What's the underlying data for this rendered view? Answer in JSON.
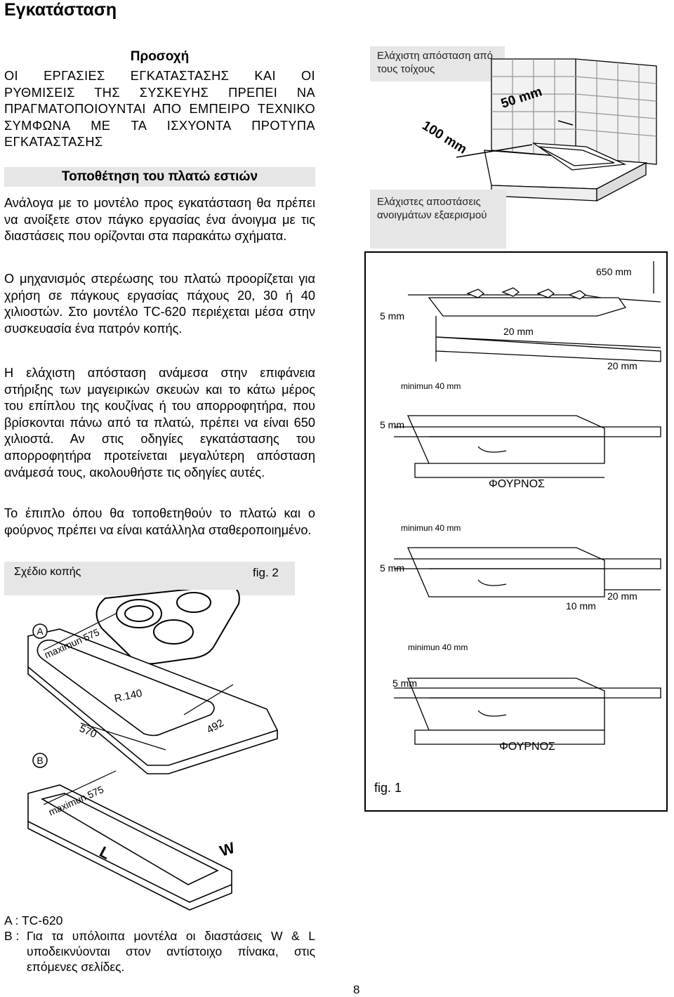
{
  "title": "Εγκατάσταση",
  "warning": {
    "heading": "Προσοχή",
    "text": "ΟΙ ΕΡΓΑΣΙΕΣ ΕΓΚΑΤΑΣΤΑΣΗΣ ΚΑΙ ΟΙ ΡΥΘΜΙΣΕΙΣ ΤΗΣ ΣΥΣΚΕΥΗΣ ΠΡΕΠΕΙ ΝΑ ΠΡΑΓΜΑΤΟΠΟΙΟΥΝΤΑΙ ΑΠΟ ΕΜΠΕΙΡΟ ΤΕΧΝΙΚΟ ΣΥΜΦΩΝΑ ΜΕ ΤΑ ΙΣΧΥΟΝΤΑ ΠΡΟΤΥΠΑ ΕΓΚΑΤΑΣΤΑΣΗΣ"
  },
  "section": {
    "heading": "Τοποθέτηση του πλατώ εστιών",
    "paragraphs": [
      "Ανάλογα με το μοντέλο προς εγκατάσταση θα πρέπει να ανοίξετε στον πάγκο εργασίας ένα άνοιγμα με τις διαστάσεις που ορίζονται στα παρακάτω σχήματα.",
      "Ο μηχανισμός στερέωσης του πλατώ προορίζεται για χρήση σε πάγκους εργασίας πάχους 20, 30 ή 40 χιλιοστών. Στο μοντέλο TC-620 περιέχεται μέσα στην συσκευασία ένα πατρόν κοπής.",
      "Η ελάχιστη απόσταση ανάμεσα στην επιφάνεια στήριξης των μαγειρικών σκευών και το κάτω μέρος του επίπλου της κουζίνας ή του απορροφητήρα, που βρίσκονται πάνω από τα πλατώ, πρέπει να είναι 650 χιλιοστά. Αν στις οδηγίες εγκατάστασης του απορροφητήρα προτείνεται μεγαλύτερη απόσταση ανάμεσά τους, ακολουθήστε τις οδηγίες αυτές.",
      "Το έπιπλο όπου θα τοποθετηθούν το πλατώ και ο φούρνος πρέπει να είναι κατάλληλα σταθεροποιημένο."
    ]
  },
  "cut_label": "Σχέδιο κοπής",
  "fig2_label": "fig. 2",
  "fig2": {
    "label_a": "A",
    "label_b": "B",
    "dim_max_a": "maximun 575",
    "dim_max_b": "maximun 575",
    "dim_r": "R.140",
    "dim_570": "570",
    "dim_492": "492",
    "dim_l": "L",
    "dim_w": "W"
  },
  "wall_box": "Ελάχιστη απόσταση από τους τοίχους",
  "wall_fig": {
    "dim_50": "50 mm",
    "dim_100": "100 mm"
  },
  "vent_box": "Ελάχιστες αποστάσεις ανοιγμάτων εξαερισμού",
  "fig1": {
    "label": "fig. 1",
    "d650": "650 mm",
    "d5_1": "5 mm",
    "d20_1": "20 mm",
    "d20_2": "20 mm",
    "min1": "minimun 40 mm",
    "d5_2": "5 mm",
    "oven1": "ΦΟΥΡΝΟΣ",
    "min2": "minimun 40 mm",
    "d5_3": "5 mm",
    "d20_3": "20 mm",
    "d10": "10 mm",
    "min3": "minimun 40 mm",
    "d5_4": "5 mm",
    "oven2": "ΦΟΥΡΝΟΣ"
  },
  "footnotes": {
    "a": "A : TC-620",
    "b_key": "B :",
    "b": "Για τα υπόλοιπα μοντέλα οι διαστάσεις W & L υποδεικνύονται στον αντίστοιχο πίνακα, στις επόμενες σελίδες."
  },
  "page_number": "8"
}
